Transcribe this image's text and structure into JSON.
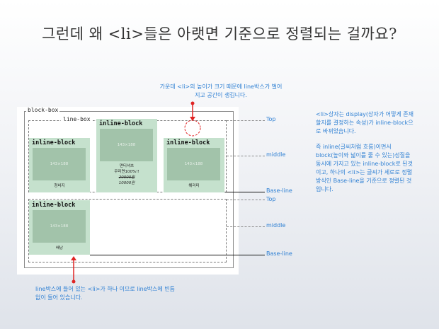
{
  "title": "그런데 왜 <li>들은 아랫면 기준으로 정렬되는 걸까요?",
  "notes": {
    "top": "가운데 <li>의 높이가 크기 때문에 line박스가 벌어지고 공간이 생깁니다.",
    "right_1": "<li>상자는 display(상자가 어떻게 존재할지를 결정하는 속성)가 inline-block으로 바뀌었습니다.",
    "right_2": "즉 inline(글씨처럼 흐름)이면서 block(높이와 넓이를 줄 수 있는)성질을 동시에 가지고 있는 inline-block로 된것이고, 하나의 <li>는 글씨가 세로로 정렬 방식인 Base-line을 기준으로 정렬된 것입니다.",
    "bottom": "line박스에 들어 있는 <li>가 하나 이므로 line박스에 빈틈없이 들어 있습니다."
  },
  "diagram": {
    "block_box_label": "block-box",
    "line_box_label": "line-box",
    "image_dims": "143×188",
    "items": [
      {
        "title": "inline-block",
        "caption": [
          "청바지"
        ]
      },
      {
        "title": "inline-block",
        "caption": [
          "면티셔츠",
          "우리면100%!!"
        ],
        "strike": "20000원",
        "price": "10000원"
      },
      {
        "title": "inline-block",
        "caption": [
          "해리미"
        ]
      },
      {
        "title": "inline-block",
        "caption": [
          "배낭"
        ]
      }
    ]
  },
  "guides": {
    "top": "Top",
    "middle": "middle",
    "baseline": "Base-line"
  },
  "colors": {
    "accent_blue": "#2d7fd3",
    "item_fill": "#c5e1cd",
    "image_fill": "#a2c3aa",
    "arrow_red": "#e02424"
  }
}
